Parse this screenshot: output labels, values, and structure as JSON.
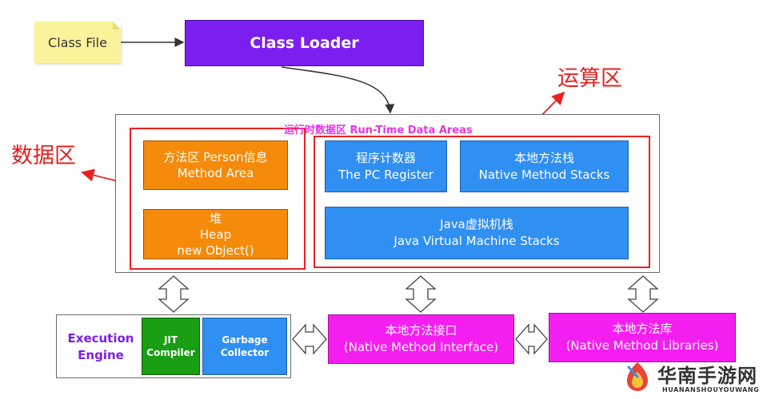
{
  "class_file": {
    "label": "Class File"
  },
  "class_loader": {
    "label": "Class Loader"
  },
  "runtime": {
    "title": "运行时数据区 Run-Time Data Areas",
    "method_area": {
      "line1": "方法区  Person信息",
      "line2": "Method Area"
    },
    "heap": {
      "line1": "堆",
      "line2": "Heap",
      "line3": "new Object()"
    },
    "pc_register": {
      "line1": "程序计数器",
      "line2": "The PC Register"
    },
    "native_stack": {
      "line1": "本地方法栈",
      "line2": "Native Method Stacks"
    },
    "vm_stack": {
      "line1": "Java虚拟机栈",
      "line2": "Java Virtual Machine Stacks"
    }
  },
  "callouts": {
    "compute": "运算区",
    "data": "数据区"
  },
  "engine": {
    "label_line1": "Execution",
    "label_line2": "Engine",
    "jit_line1": "JIT",
    "jit_line2": "Compiler",
    "gc_line1": "Garbage",
    "gc_line2": "Collector"
  },
  "native_interface": {
    "line1": "本地方法接口",
    "line2": "(Native Method Interface)"
  },
  "native_libraries": {
    "line1": "本地方法库",
    "line2": "(Native Method Libraries)"
  },
  "watermark": {
    "name_cn": "华南手游网",
    "name_en": "HUANANSHOUYOUWANG"
  },
  "colors": {
    "purple": "#7b1ff0",
    "orange": "#f58a0b",
    "blue": "#2f8ff2",
    "magenta": "#f51ef1",
    "green": "#1a9e14",
    "red": "#ee2020"
  }
}
